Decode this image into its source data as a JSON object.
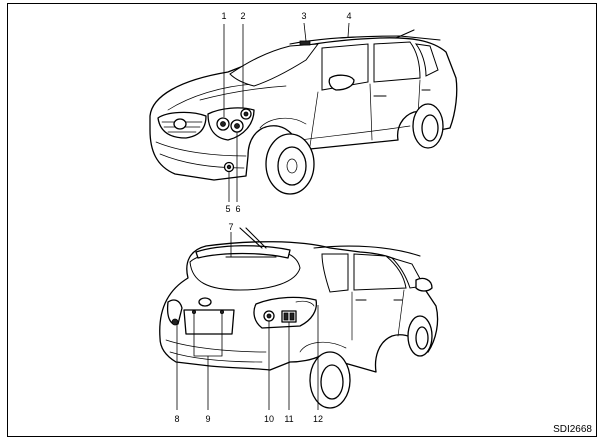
{
  "diagram": {
    "reference_code": "SDI2668",
    "front_view_callouts": [
      "1",
      "2",
      "3",
      "4",
      "5",
      "6"
    ],
    "rear_view_callouts": [
      "7",
      "8",
      "9",
      "10",
      "11",
      "12"
    ]
  }
}
